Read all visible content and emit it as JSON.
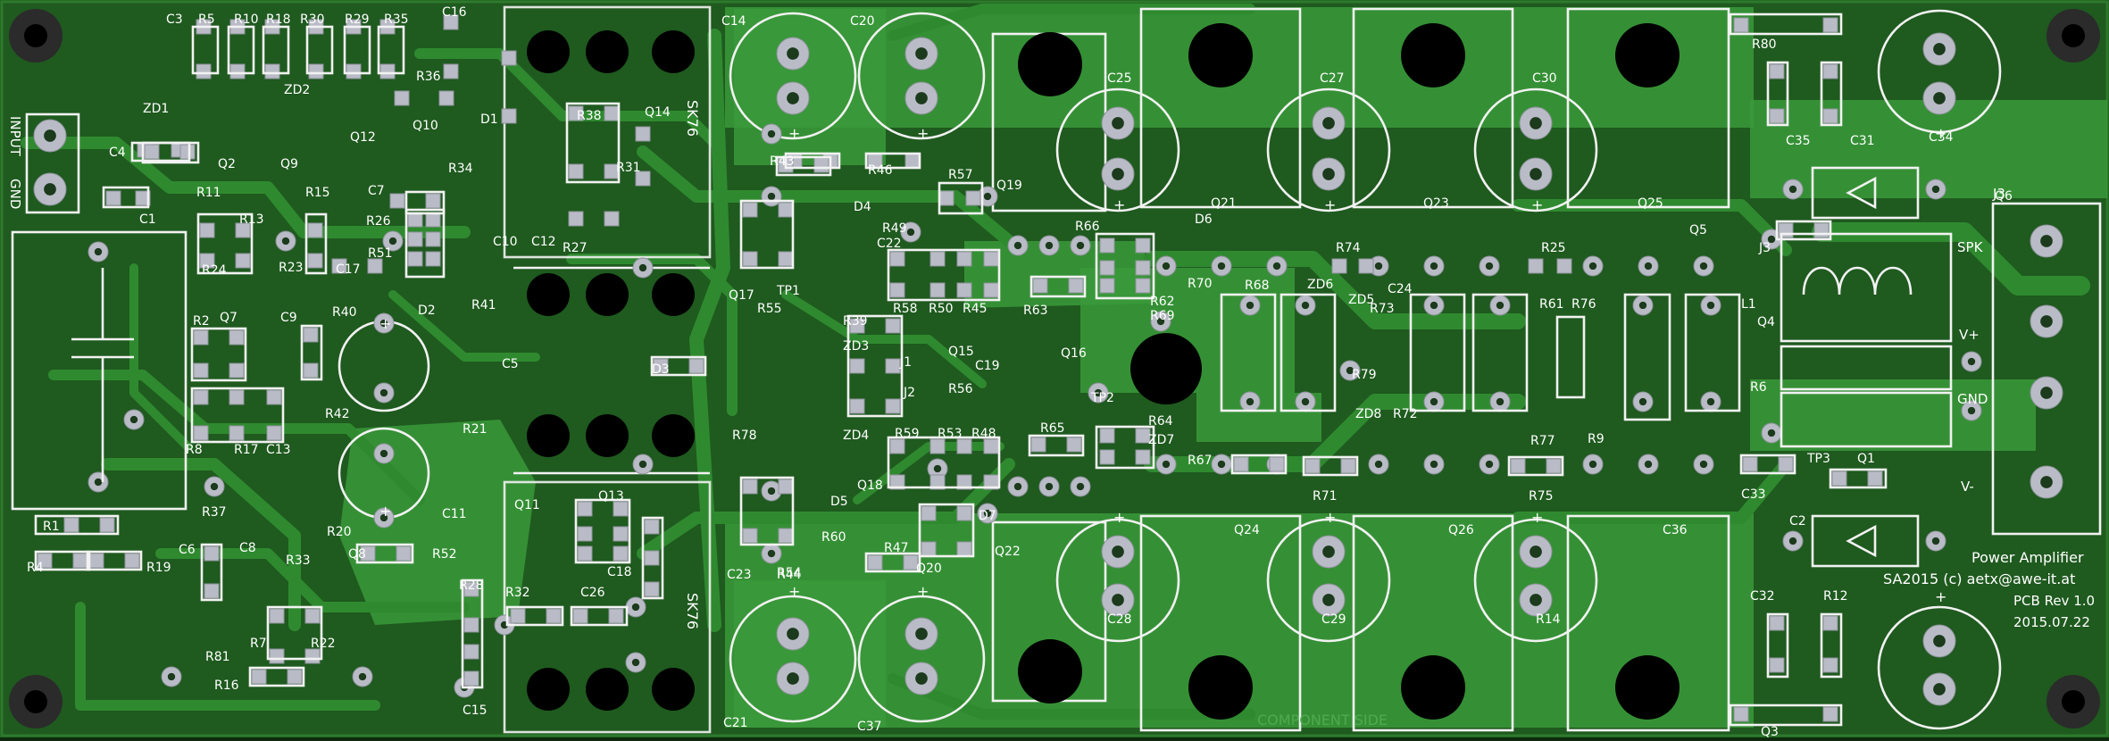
{
  "board": {
    "colors": {
      "substrate": "#1f5a1f",
      "copper": "#3a9a3a",
      "silkscreen": "#f2f2f2",
      "pad": "#b9bcc6",
      "drill": "#000000"
    },
    "title_block": {
      "line1": "Power Amplifier",
      "line2": "SA2015 (c) aetx@awe-it.at",
      "line3": "PCB Rev 1.0",
      "line4": "2015.07.22"
    },
    "component_side": "COMPONENT SIDE",
    "connectors": {
      "input_label": "INPUT",
      "gnd_label": "GND",
      "j3_label": "J3",
      "spk_label": "SPK",
      "vplus_label": "V+",
      "gnd2_label": "GND",
      "vminus_label": "V-"
    },
    "heatsink_labels": [
      "SK76",
      "SK76"
    ],
    "designators": [
      "C3",
      "R5",
      "R10",
      "R18",
      "R30",
      "R29",
      "R35",
      "C16",
      "C14",
      "C20",
      "R80",
      "C34",
      "ZD1",
      "ZD2",
      "R36",
      "Q14",
      "Q10",
      "C4",
      "Q2",
      "Q9",
      "Q12",
      "D1",
      "R38",
      "R31",
      "C25",
      "C27",
      "C30",
      "C35",
      "C31",
      "C1",
      "R11",
      "R13",
      "R15",
      "C7",
      "R34",
      "C10",
      "C12",
      "R43",
      "R46",
      "R57",
      "Q19",
      "Q21",
      "Q23",
      "Q25",
      "R26",
      "R27",
      "D4",
      "R49",
      "R66",
      "D6",
      "J3",
      "Q5",
      "Q6",
      "R24",
      "R23",
      "R51",
      "C17",
      "C22",
      "Q17",
      "TP1",
      "R70",
      "R74",
      "R25",
      "D2",
      "R41",
      "R55",
      "R58",
      "R50",
      "R45",
      "R63",
      "R62",
      "R69",
      "R68",
      "ZD6",
      "ZD5",
      "R73",
      "C24",
      "R61",
      "R76",
      "L1",
      "Q4",
      "Q7",
      "C9",
      "R42",
      "R39",
      "ZD3",
      "J1",
      "Q15",
      "C19",
      "Q16",
      "TP2",
      "R79",
      "R6",
      "R2",
      "D3",
      "C5",
      "R21",
      "R40",
      "ZD4",
      "J2",
      "R56",
      "R59",
      "R53",
      "R48",
      "R65",
      "R64",
      "ZD7",
      "ZD8",
      "R72",
      "R77",
      "R9",
      "R8",
      "R17",
      "C13",
      "R78",
      "TP3",
      "R67",
      "R71",
      "R75",
      "C33",
      "Q1",
      "R37",
      "Q13",
      "Q11",
      "C11",
      "R52",
      "Q18",
      "D5",
      "R60",
      "D7",
      "C2",
      "R1",
      "R4",
      "R19",
      "C6",
      "C8",
      "R20",
      "Q8",
      "R33",
      "C18",
      "C23",
      "R44",
      "R54",
      "R47",
      "Q20",
      "Q22",
      "Q24",
      "Q26",
      "C36",
      "C32",
      "R12",
      "R7",
      "R22",
      "R28",
      "R32",
      "C26",
      "C28",
      "C29",
      "R14",
      "R81",
      "Q3",
      "R16",
      "C15",
      "C21",
      "C37"
    ],
    "polarity_marks": [
      "+",
      "-"
    ]
  }
}
